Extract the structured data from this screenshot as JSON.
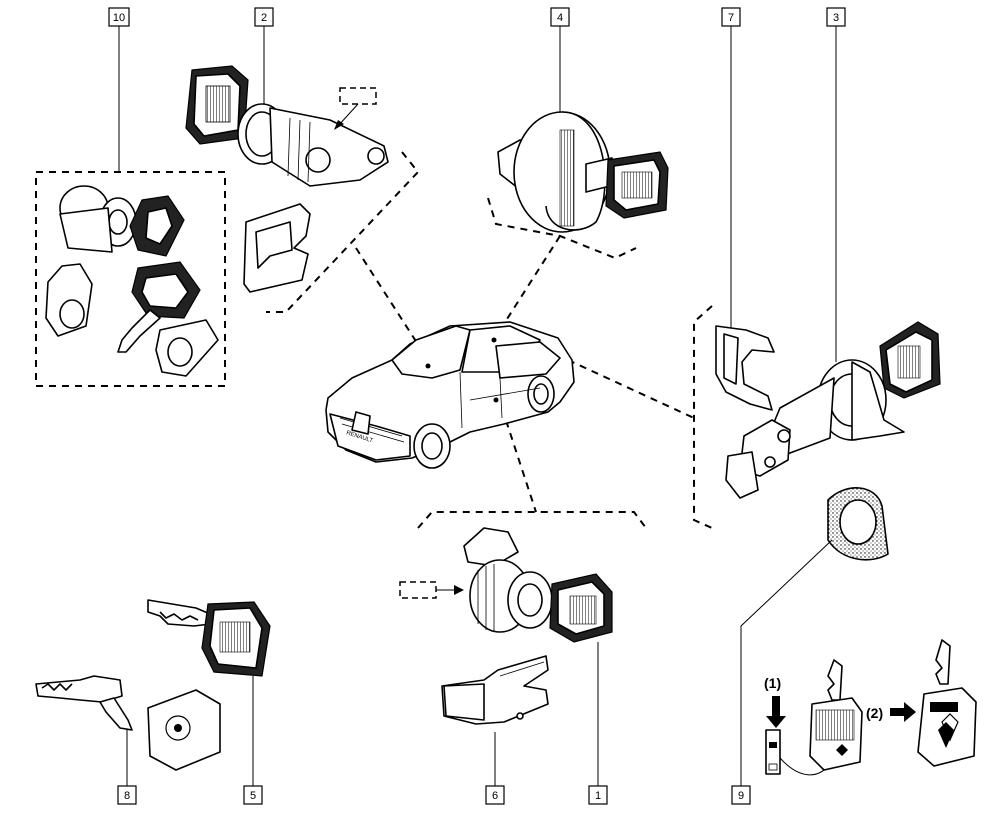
{
  "callouts": [
    {
      "id": "c10",
      "text": "10"
    },
    {
      "id": "c2",
      "text": "2"
    },
    {
      "id": "c4",
      "text": "4"
    },
    {
      "id": "c7",
      "text": "7"
    },
    {
      "id": "c3",
      "text": "3"
    },
    {
      "id": "c8",
      "text": "8"
    },
    {
      "id": "c5",
      "text": "5"
    },
    {
      "id": "c6",
      "text": "6"
    },
    {
      "id": "c1",
      "text": "1"
    },
    {
      "id": "c9",
      "text": "9"
    }
  ],
  "inset": {
    "step1_label": "(1)",
    "step2_label": "(2)"
  },
  "colors": {
    "line": "#000000",
    "background": "#ffffff"
  }
}
